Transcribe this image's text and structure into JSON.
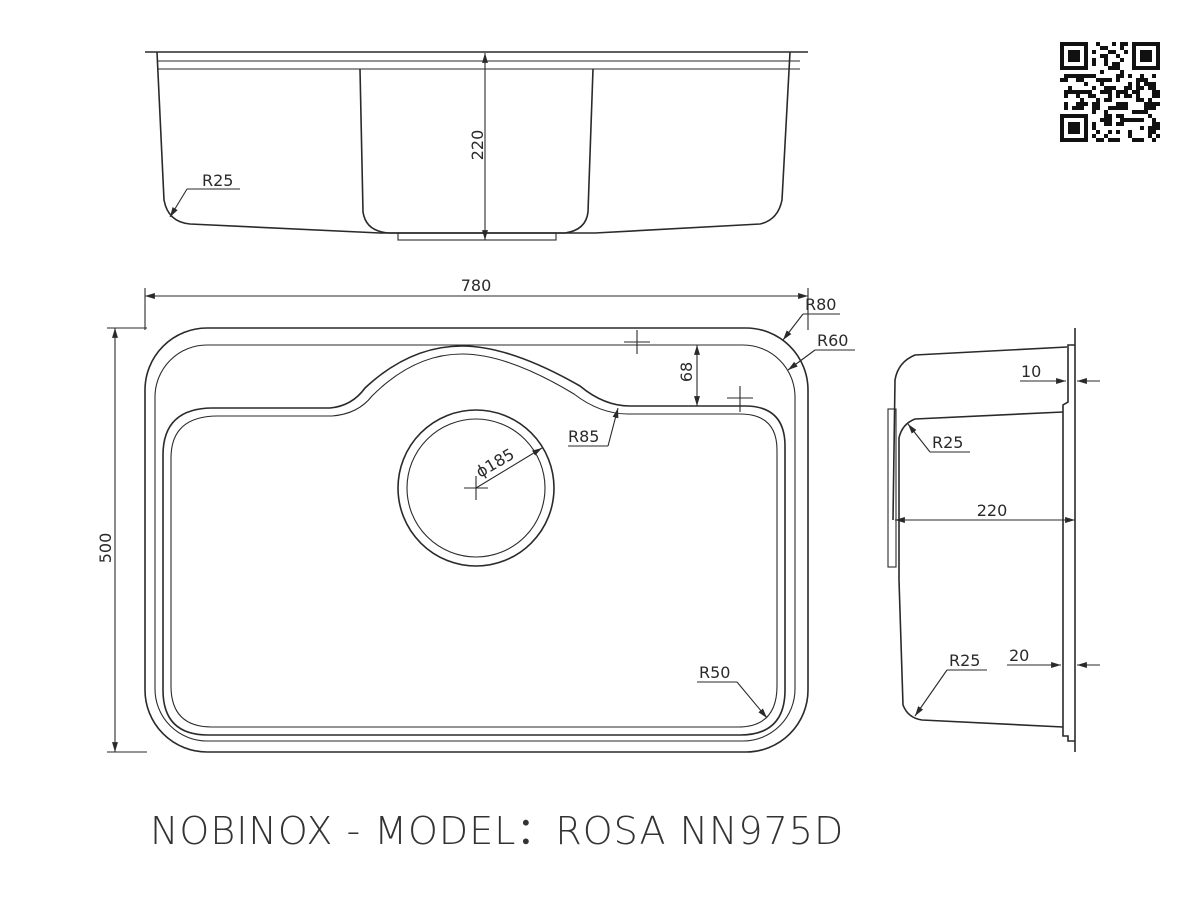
{
  "title": "NOBINOX - MODEL：ROSA NN975D",
  "front_view": {
    "depth": "220",
    "radius": "R25"
  },
  "plan_view": {
    "width": "780",
    "height": "500",
    "r_outer": "R80",
    "r_rim": "R60",
    "r_bump": "R85",
    "r_bowl": "R50",
    "drain": "ϕ185",
    "bump_depth": "68"
  },
  "side_view": {
    "rim": "10",
    "depth": "220",
    "flange": "20",
    "r_top": "R25",
    "r_bottom": "R25"
  },
  "qr_code": {
    "icon": "qr-code-icon"
  }
}
